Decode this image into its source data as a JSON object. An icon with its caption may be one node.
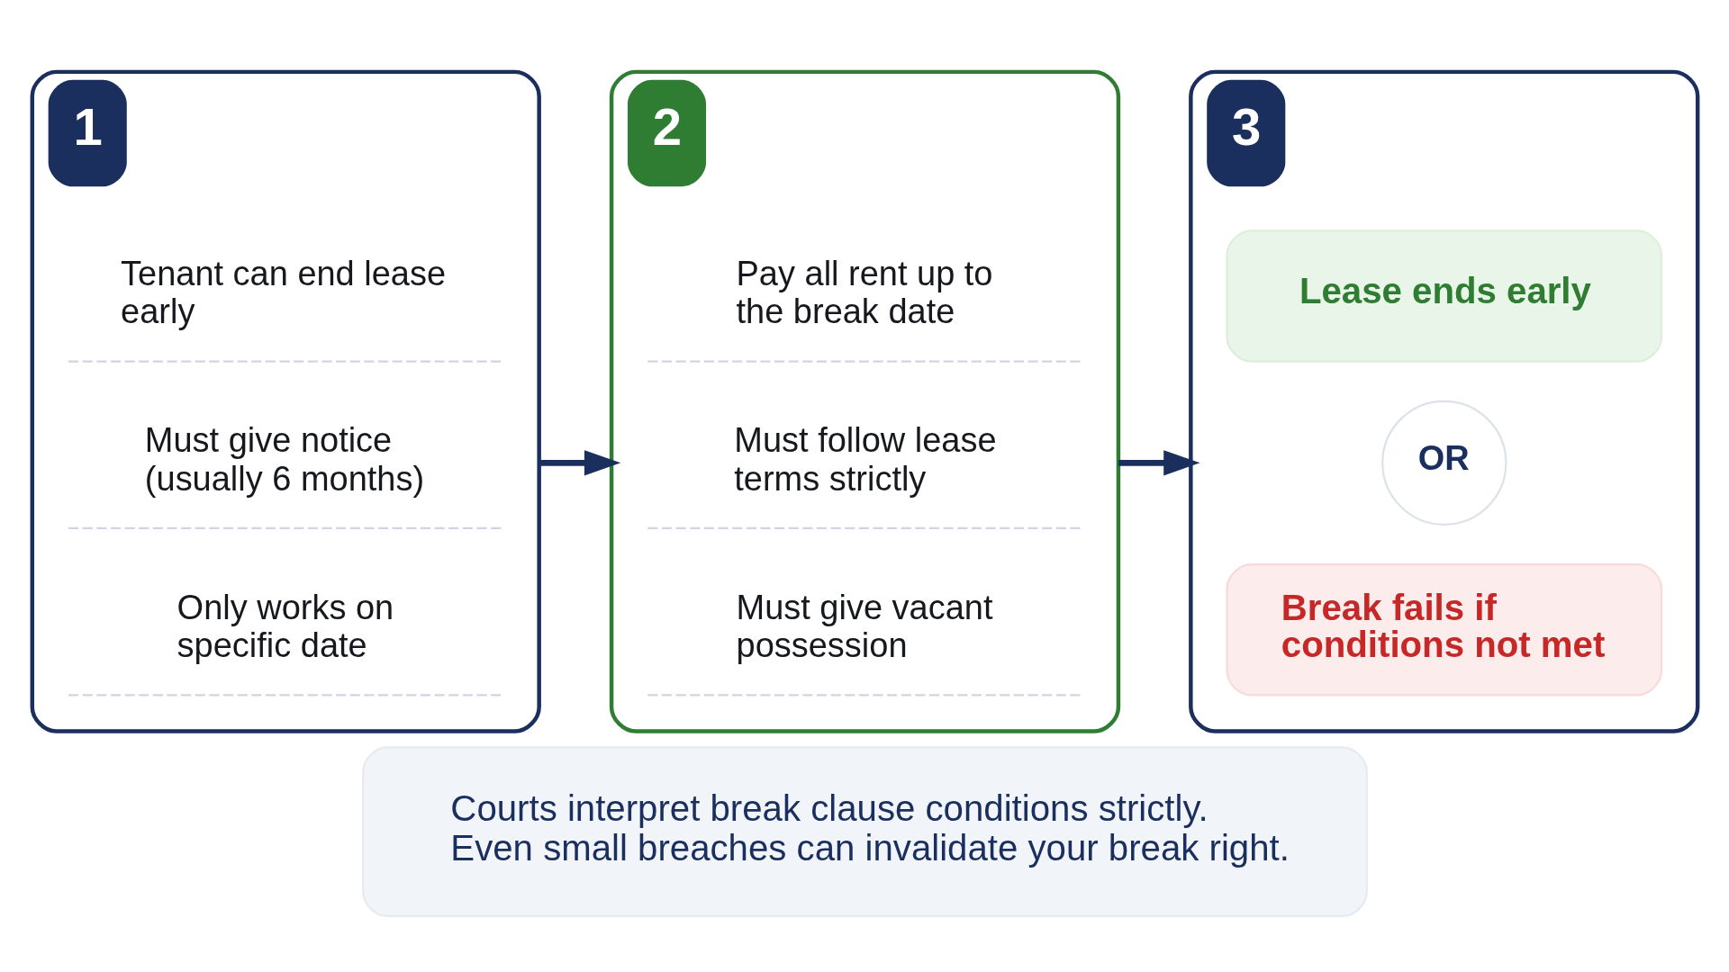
{
  "diagram": {
    "nodes": [
      {
        "text": [
          "1"
        ]
      },
      {
        "text": [
          "Tenant can end lease early"
        ],
        "in": 0
      },
      {
        "text": [
          "Must give notice (usually 6 months)"
        ],
        "in": 0
      },
      {
        "text": [
          "Only works on specific date"
        ],
        "in": 0
      },
      {
        "text": [
          "2"
        ]
      },
      {
        "text": [
          "Pay all rent up to the break date"
        ],
        "in": 4
      },
      {
        "text": [
          "Must follow lease terms strictly"
        ],
        "in": 4
      },
      {
        "text": [
          "Must give vacant possession"
        ],
        "in": 4
      },
      {
        "text": [
          "3"
        ]
      },
      {
        "text": [
          "Lease ends early"
        ],
        "in": 8
      },
      {
        "text": [
          "OR"
        ],
        "in": 8
      },
      {
        "text": [
          "Break fails if conditions not met"
        ],
        "in": 8
      },
      {
        "text": [
          "Courts interpret break clause conditions strictly. Even small breaches can invalidate your break right."
        ]
      }
    ],
    "edges": [
      {
        "from": 0,
        "to": 4,
        "arrow": "to"
      },
      {
        "from": 4,
        "to": 8,
        "arrow": "to"
      }
    ]
  }
}
